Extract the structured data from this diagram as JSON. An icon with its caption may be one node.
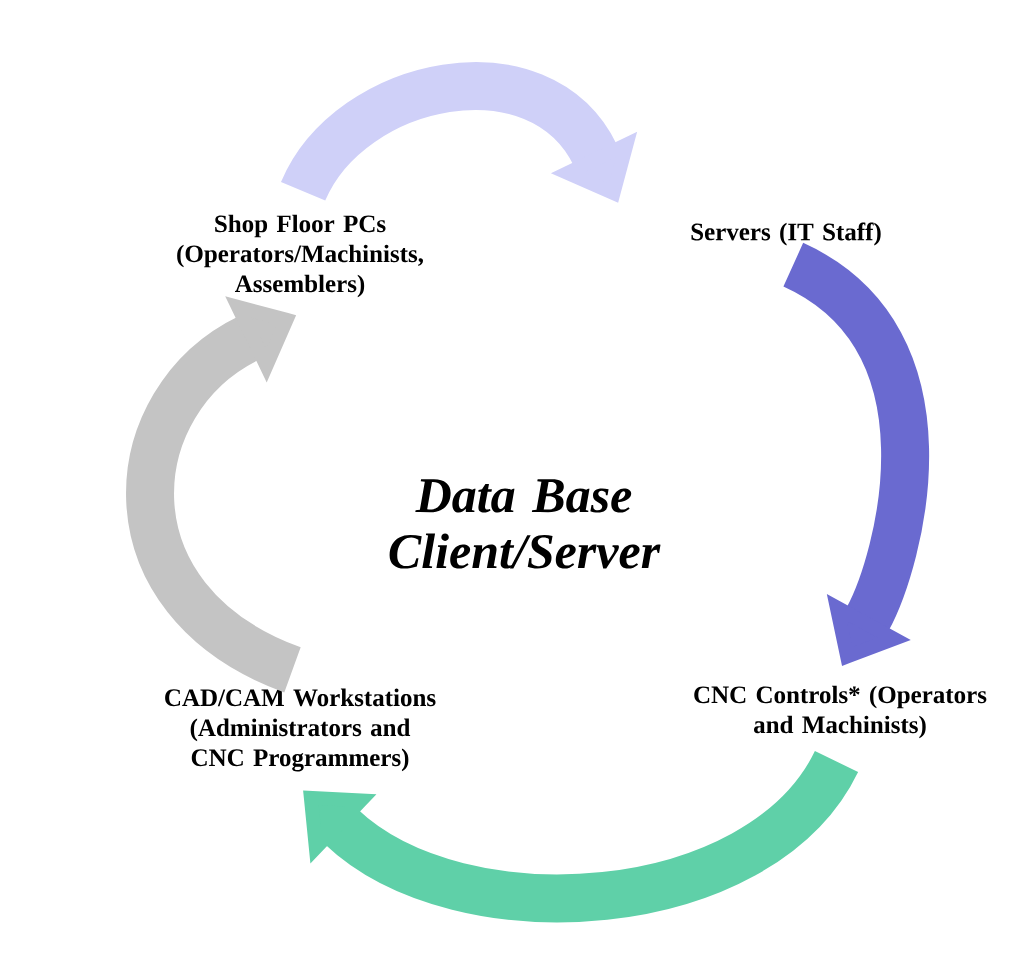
{
  "diagram": {
    "title": "Data Base Client/Server",
    "nodes": [
      {
        "text": [
          "Shop Floor PCs (Operators/Machinists, Assemblers)"
        ]
      },
      {
        "text": [
          "Servers (IT Staff)"
        ]
      },
      {
        "text": [
          "CNC Controls* (Operators and Machinists)"
        ]
      },
      {
        "text": [
          "CAD/CAM Workstations (Administrators and CNC Programmers)"
        ]
      }
    ],
    "edges": [
      {
        "from": 0,
        "to": 1,
        "arrow": "to",
        "color": "#cfd0f8"
      },
      {
        "from": 1,
        "to": 2,
        "arrow": "to",
        "color": "#6a6ad0"
      },
      {
        "from": 2,
        "to": 3,
        "arrow": "to",
        "color": "#5fd0a8"
      },
      {
        "from": 3,
        "to": 0,
        "arrow": "to",
        "color": "#c4c4c4"
      }
    ]
  }
}
